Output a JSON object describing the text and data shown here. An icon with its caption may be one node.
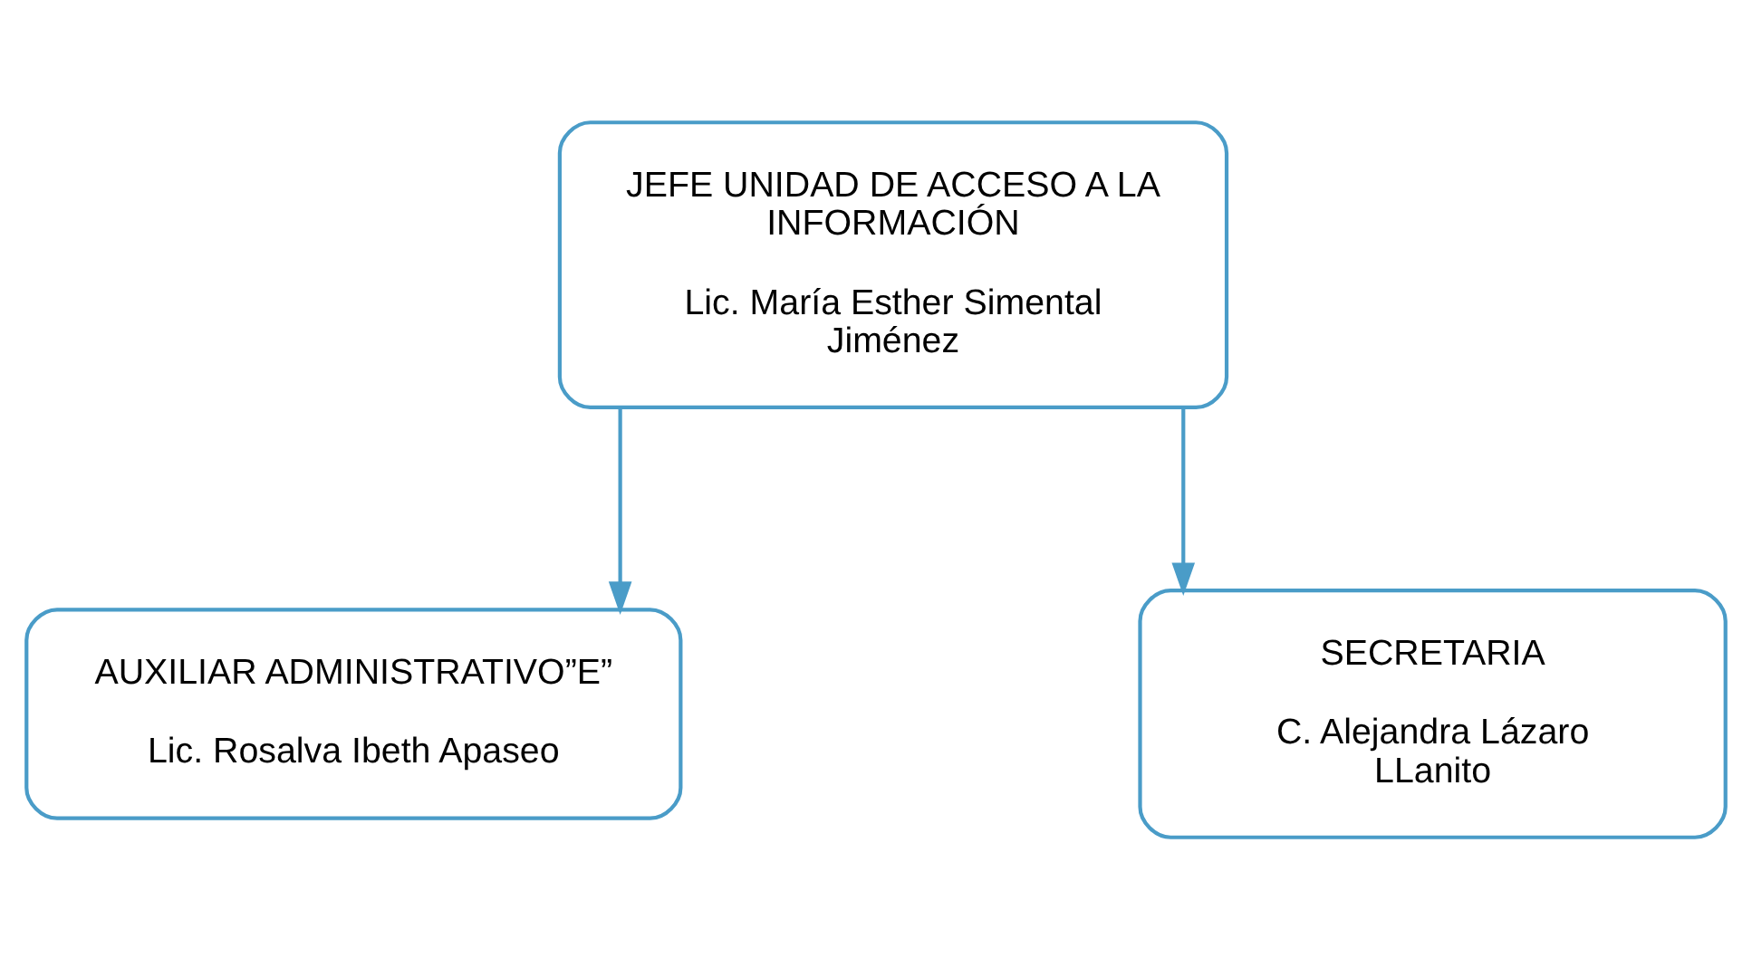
{
  "diagram": {
    "nodes": [
      {
        "text": [
          "JEFE UNIDAD DE ACCESO A LA INFORMACIÓN",
          "Lic. María Esther Simental Jiménez"
        ]
      },
      {
        "text": [
          "AUXILIAR ADMINISTRATIVO”E”",
          "Lic. Rosalva Ibeth Apaseo"
        ]
      },
      {
        "text": [
          "SECRETARIA",
          "C. Alejandra Lázaro LLanito"
        ]
      }
    ],
    "edges": [
      {
        "from": 0,
        "to": 1,
        "arrow": "to"
      },
      {
        "from": 0,
        "to": 2,
        "arrow": "to"
      }
    ]
  }
}
